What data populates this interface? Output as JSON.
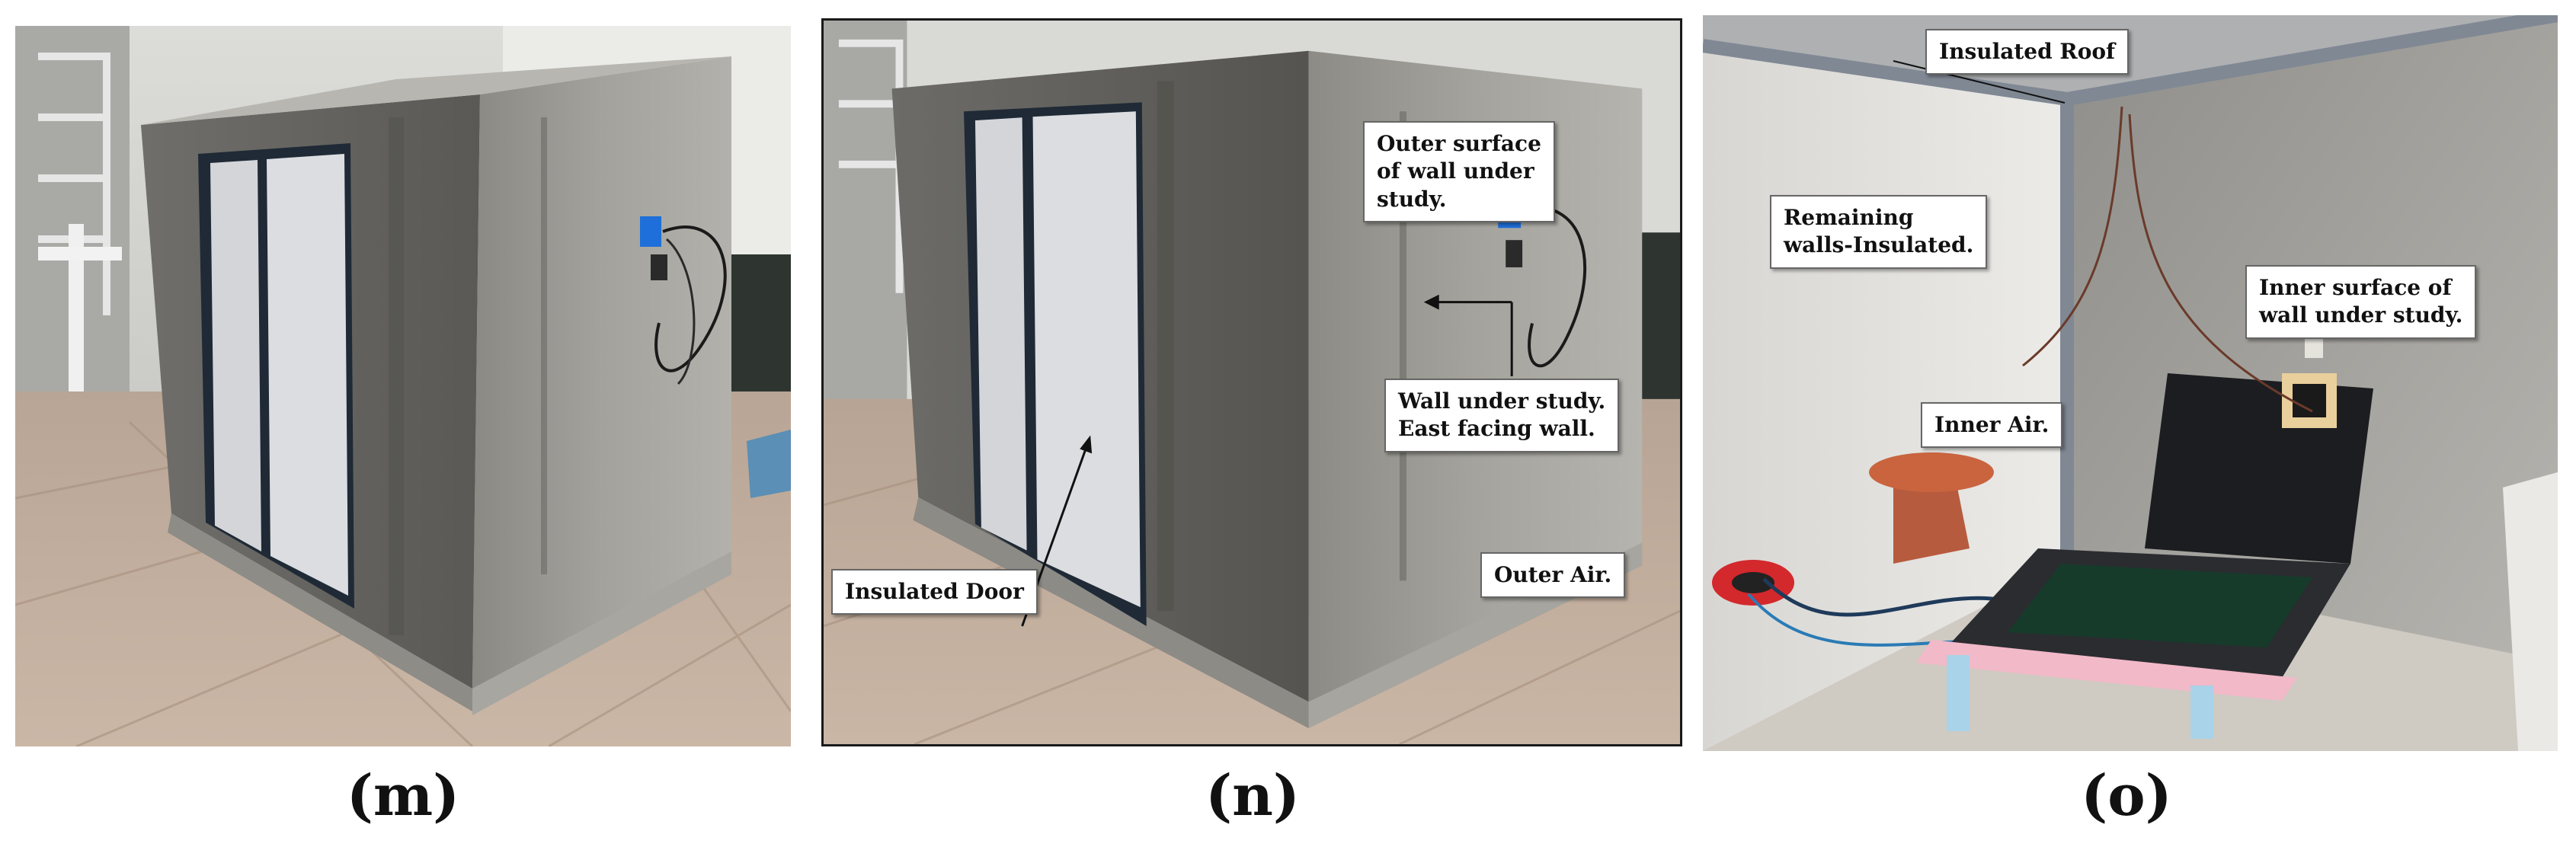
{
  "panels": [
    {
      "id": "m",
      "label": "(m)",
      "callouts": []
    },
    {
      "id": "n",
      "label": "(n)",
      "callouts": [
        {
          "key": "outer_surface",
          "line1": "Outer surface",
          "line2": "of wall under",
          "line3": "study."
        },
        {
          "key": "wall_study",
          "line1": "Wall under study.",
          "line2": "East facing wall."
        },
        {
          "key": "door",
          "line1": "Insulated Door"
        },
        {
          "key": "outer_air",
          "line1": "Outer Air."
        }
      ]
    },
    {
      "id": "o",
      "label": "(o)",
      "callouts": [
        {
          "key": "roof",
          "line1": "Insulated Roof"
        },
        {
          "key": "remaining",
          "line1": "Remaining",
          "line2": "walls-Insulated."
        },
        {
          "key": "inner_surface",
          "line1": "Inner surface of",
          "line2": "wall under study."
        },
        {
          "key": "inner_air",
          "line1": "Inner Air."
        }
      ]
    }
  ],
  "colors": {
    "concrete": "#9c9a94",
    "sky_wall": "#e9e9e6",
    "tile": "#c9b3a3",
    "door_panel": "#d8d8da",
    "frame_tape": "#2c3e50",
    "sensor_blue": "#1e6fd9"
  }
}
